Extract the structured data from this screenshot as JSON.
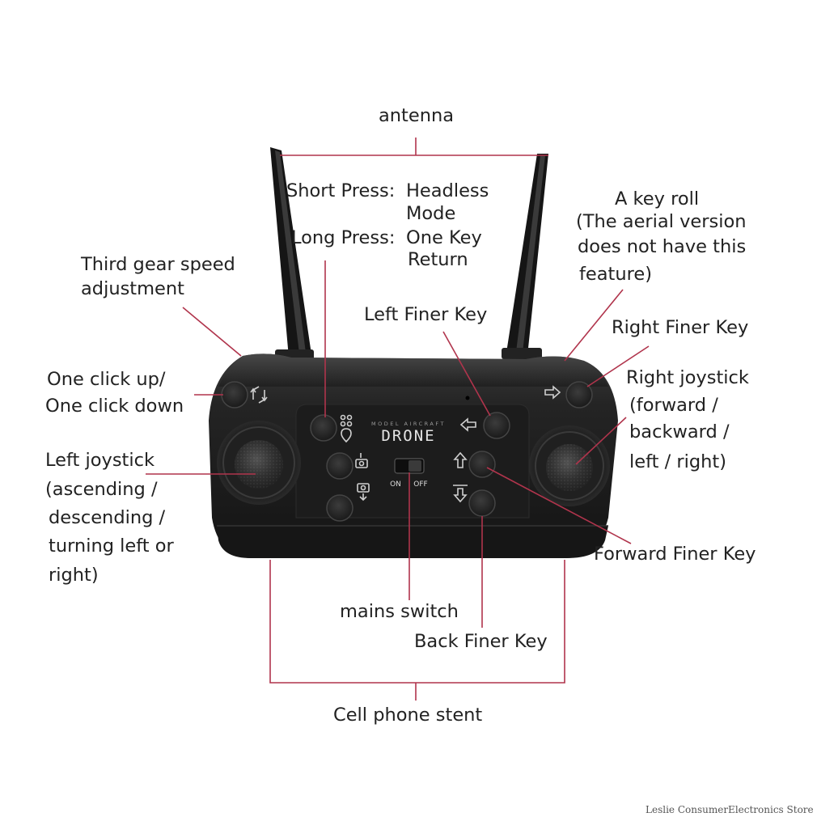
{
  "labels": {
    "antenna": "antenna",
    "short_press_prefix": "Short Press:",
    "short_press_action_1": "Headless",
    "short_press_action_2": "Mode",
    "long_press_prefix": "Long Press:",
    "long_press_action_1": "One Key",
    "long_press_action_2": "Return",
    "key_roll_1": "A key roll",
    "key_roll_2": "(The aerial version",
    "key_roll_3": "does not have this",
    "key_roll_4": "feature)",
    "third_gear_1": "Third gear speed",
    "third_gear_2": "adjustment",
    "left_finer_key": "Left Finer Key",
    "right_finer_key": "Right Finer Key",
    "one_click_1": "One click up/",
    "one_click_2": "One click down",
    "right_joystick_1": "Right joystick",
    "right_joystick_2": "(forward /",
    "right_joystick_3": "backward /",
    "right_joystick_4": "left / right)",
    "left_joystick_1": "Left joystick",
    "left_joystick_2": "(ascending /",
    "left_joystick_3": "descending /",
    "left_joystick_4": "turning left or",
    "left_joystick_5": "right)",
    "forward_finer_key": "Forward Finer Key",
    "mains_switch": "mains switch",
    "back_finer_key": "Back Finer Key",
    "cell_phone_stent": "Cell phone stent"
  },
  "device": {
    "brand": "DRONE",
    "brand_subtitle": "MODEL AIRCRAFT",
    "switch_on": "ON",
    "switch_off": "OFF"
  },
  "watermark": "Leslie ConsumerElectronics Store",
  "colors": {
    "leader_line": "#b0344c",
    "body": "#1e1e1e",
    "button": "#262626",
    "text": "#222222"
  }
}
